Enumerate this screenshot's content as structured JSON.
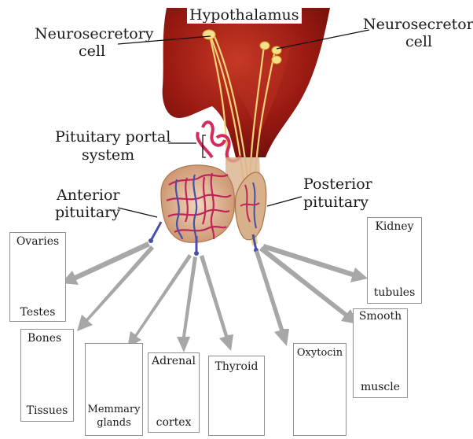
{
  "labels": {
    "hypothalamus": "Hypothalamus",
    "neurosecretory_left_1": "Neurosecretory",
    "neurosecretory_left_2": "cell",
    "neurosecretory_right_1": "Neurosecretory",
    "neurosecretory_right_2": "cell",
    "portal_1": "Pituitary portal",
    "portal_2": "system",
    "anterior_1": "Anterior",
    "anterior_2": "pituitary",
    "posterior_1": "Posterior",
    "posterior_2": "pituitary"
  },
  "targets": {
    "ovaries": {
      "top": "Ovaries",
      "bottom": "Testes"
    },
    "bones": {
      "top": "Bones",
      "bottom": "Tissues"
    },
    "memmary": {
      "line1": "Memmary",
      "line2": "glands"
    },
    "adrenal": {
      "top": "Adrenal",
      "bottom": "cortex"
    },
    "thyroid": {
      "top": "Thyroid"
    },
    "oxytocin": {
      "top": "Oxytocin"
    },
    "smooth": {
      "top": "Smooth",
      "bottom": "muscle"
    },
    "kidney": {
      "top": "Kidney",
      "bottom": "tubules"
    }
  },
  "colors": {
    "tissue": "#8e1410",
    "vessel_pink": "#d42a5e",
    "vessel_blue": "#4a4fa8",
    "axon": "#f3d27a",
    "arrow": "#a7a7a7",
    "anterior_fill": "#e2bfa2",
    "posterior_fill": "#d8b08c"
  }
}
